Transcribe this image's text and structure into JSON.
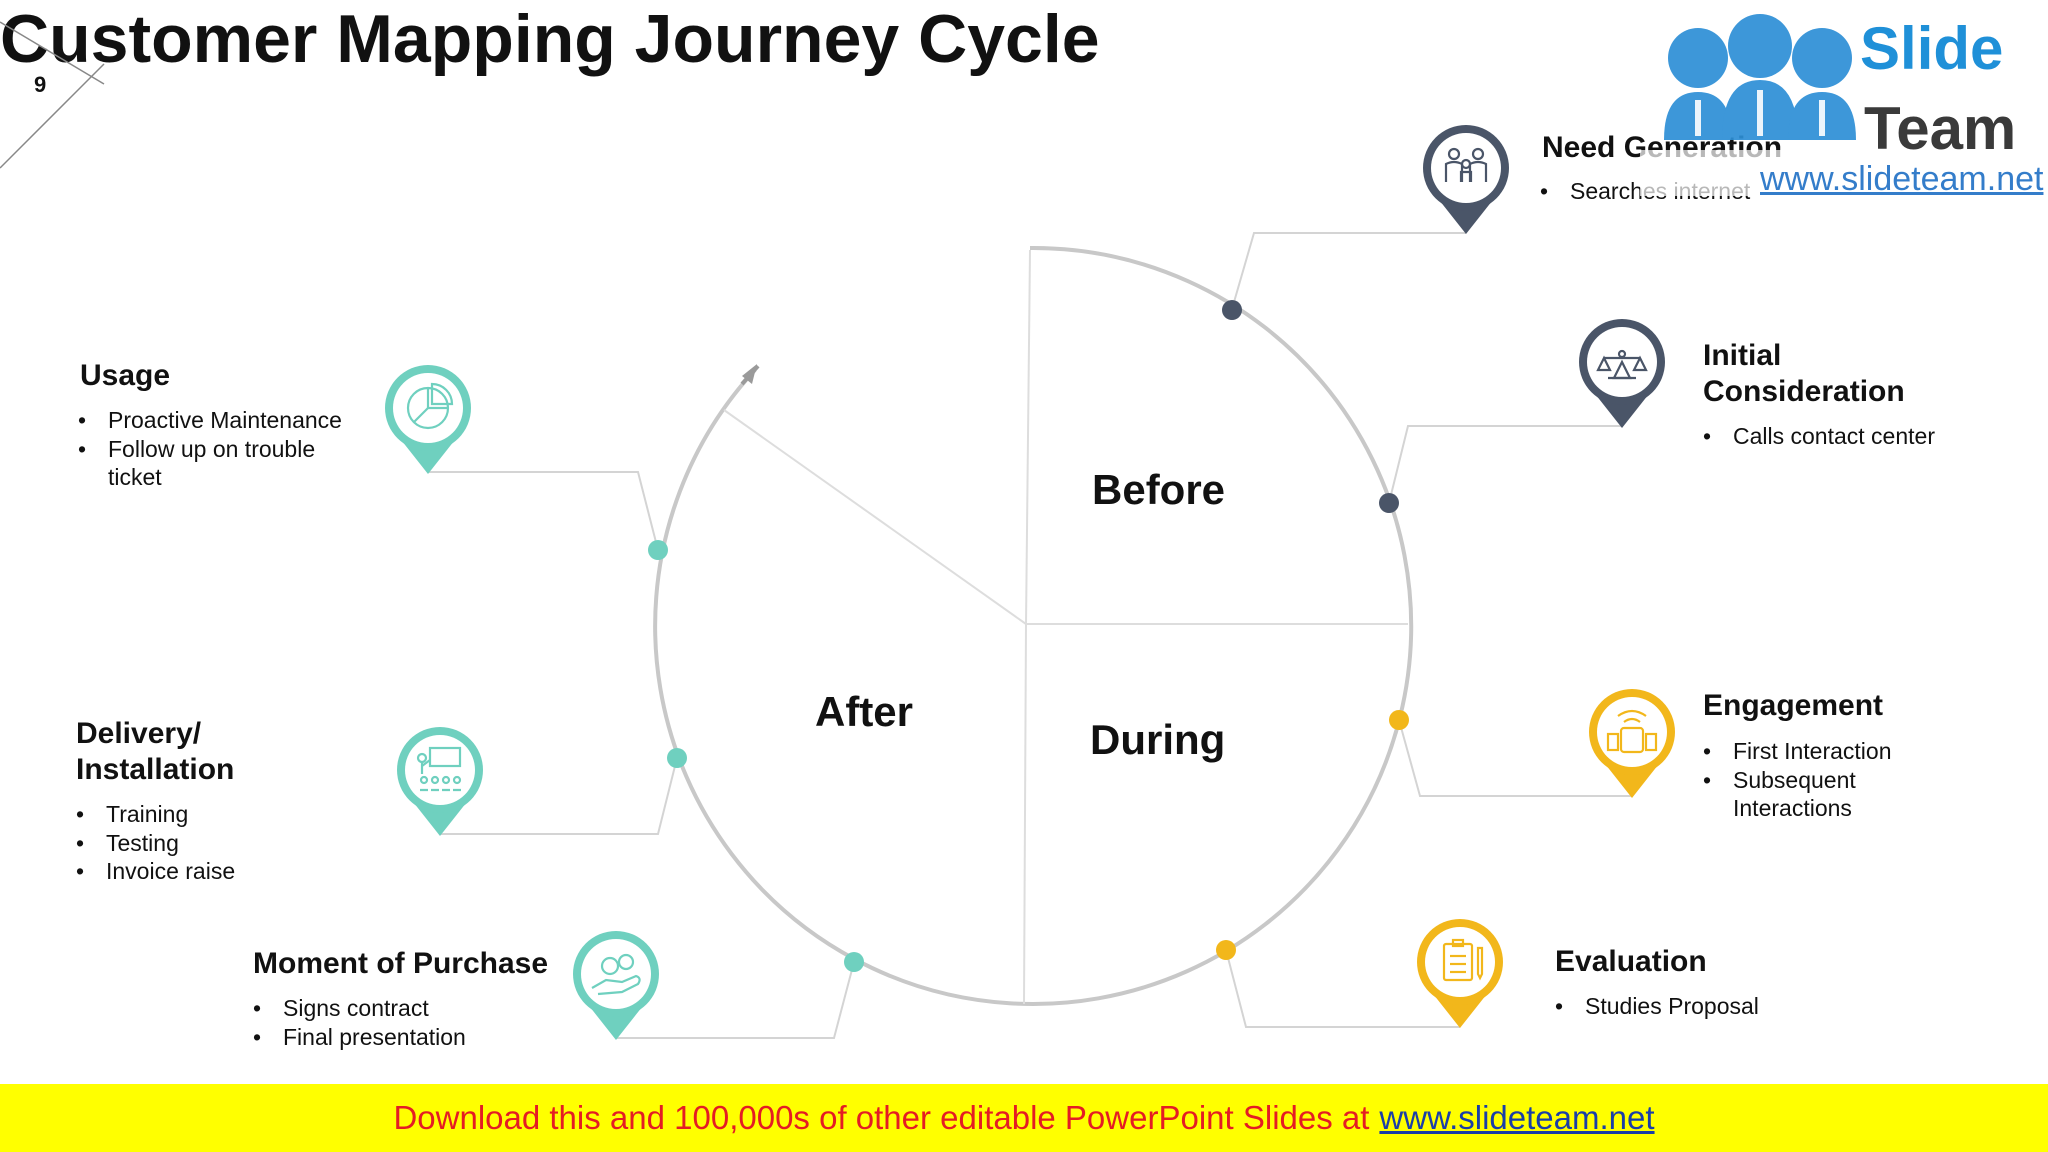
{
  "slide_number": "9",
  "title": "Customer Mapping Journey Cycle",
  "center_labels": {
    "before": "Before",
    "during": "During",
    "after": "After"
  },
  "stages": {
    "need_generation": {
      "heading": "Need Generation",
      "bullets": [
        "Searches internet"
      ],
      "color": "#4a5568",
      "icon": "family-icon"
    },
    "initial_consideration": {
      "heading": "Initial Consideration",
      "bullets": [
        "Calls contact center"
      ],
      "color": "#4a5568",
      "icon": "balance-scale-icon"
    },
    "engagement": {
      "heading": "Engagement",
      "bullets": [
        "First Interaction",
        "Subsequent Interactions"
      ],
      "color": "#f2b71b",
      "icon": "smartphone-signal-icon"
    },
    "evaluation": {
      "heading": "Evaluation",
      "bullets": [
        "Studies Proposal"
      ],
      "color": "#f2b71b",
      "icon": "clipboard-icon"
    },
    "moment_of_purchase": {
      "heading": "Moment of Purchase",
      "bullets": [
        "Signs contract",
        "Final presentation"
      ],
      "color": "#6fd0bf",
      "icon": "hand-coins-icon"
    },
    "delivery_installation": {
      "heading": "Delivery/ Installation",
      "bullets": [
        "Training",
        "Testing",
        "Invoice raise"
      ],
      "color": "#6fd0bf",
      "icon": "presentation-audience-icon"
    },
    "usage": {
      "heading": "Usage",
      "bullets": [
        "Proactive Maintenance",
        "Follow up on trouble ticket"
      ],
      "color": "#6fd0bf",
      "icon": "pie-chart-icon"
    }
  },
  "logo": {
    "word1": "Slide",
    "word2": "Team",
    "url": "www.slideteam.net"
  },
  "footer": {
    "text": "Download this and 100,000s of other editable PowerPoint Slides at",
    "link": "www.slideteam.net"
  }
}
